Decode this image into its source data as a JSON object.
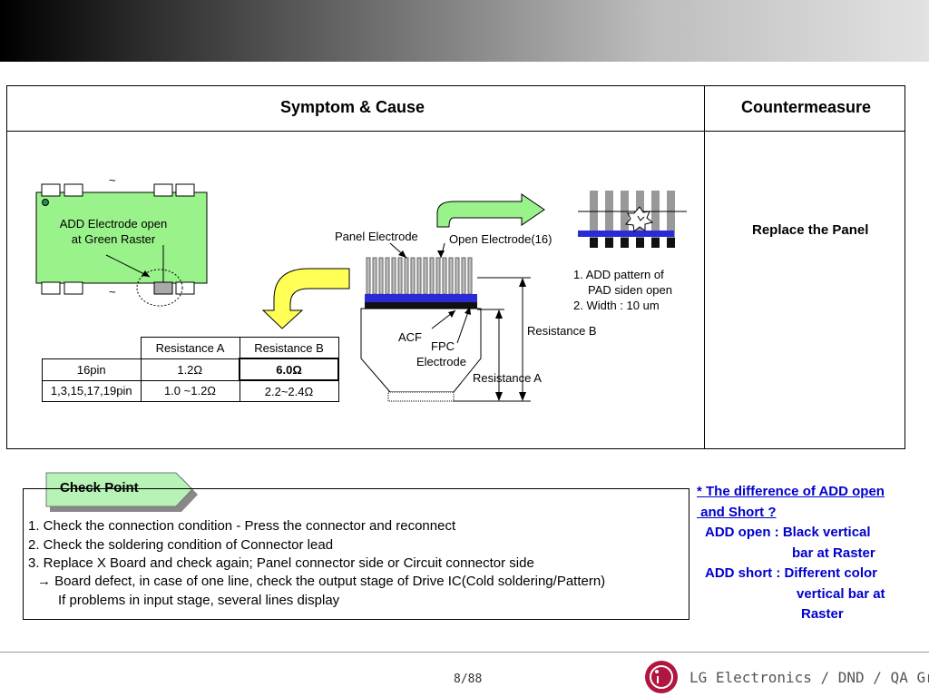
{
  "header": {
    "symptom_title": "Symptom & Cause",
    "counter_title": "Countermeasure"
  },
  "diagram": {
    "add_label_1": "ADD Electrode open",
    "add_label_2": "at Green Raster",
    "tilde_top": "~",
    "tilde_bottom": "~",
    "panel_electrode": "Panel Electrode",
    "open_electrode": "Open Electrode(16)",
    "acf": "ACF",
    "fpc_1": "FPC",
    "fpc_2": "Electrode",
    "res_b": "Resistance B",
    "res_a": "Resistance A",
    "note_1": "1. ADD pattern of",
    "note_2": "PAD siden open",
    "note_3": "2. Width : 10 um"
  },
  "resistance_table": {
    "headers": [
      "",
      "Resistance A",
      "Resistance B"
    ],
    "rows": [
      [
        "16pin",
        "1.2Ω",
        "6.0Ω"
      ],
      [
        "1,3,15,17,19pin",
        "1.0 ~1.2Ω",
        "2.2~2.4Ω"
      ]
    ]
  },
  "countermeasure": "Replace the Panel",
  "check_point": {
    "label": "Check Point",
    "lines": [
      "1. Check the connection condition - Press the connector and reconnect",
      "2. Check the soldering condition of Connector lead",
      "3. Replace X Board and check again; Panel connector side or Circuit connector side",
      "→ Board defect, in case of one line, check the output stage of Drive IC(Cold soldering/Pattern)",
      "If problems in input stage, several lines display"
    ]
  },
  "difference": {
    "q1": "* The difference of ADD open",
    "q2": " and Short ?",
    "o1": "ADD open : Black vertical",
    "o2": "bar at Raster",
    "s1": "ADD short : Different color",
    "s2": "vertical bar at",
    "s3": "Raster"
  },
  "footer": {
    "page": "8/88",
    "company": "LG Electronics / DND / QA Gr.",
    "logo_text": "LG"
  },
  "colors": {
    "green_panel": "#99f28a",
    "blue_bar": "#2b2bd6",
    "arrow_yellow": "#ffff55",
    "link_blue": "#0000cc",
    "lg_red": "#b0163e"
  }
}
